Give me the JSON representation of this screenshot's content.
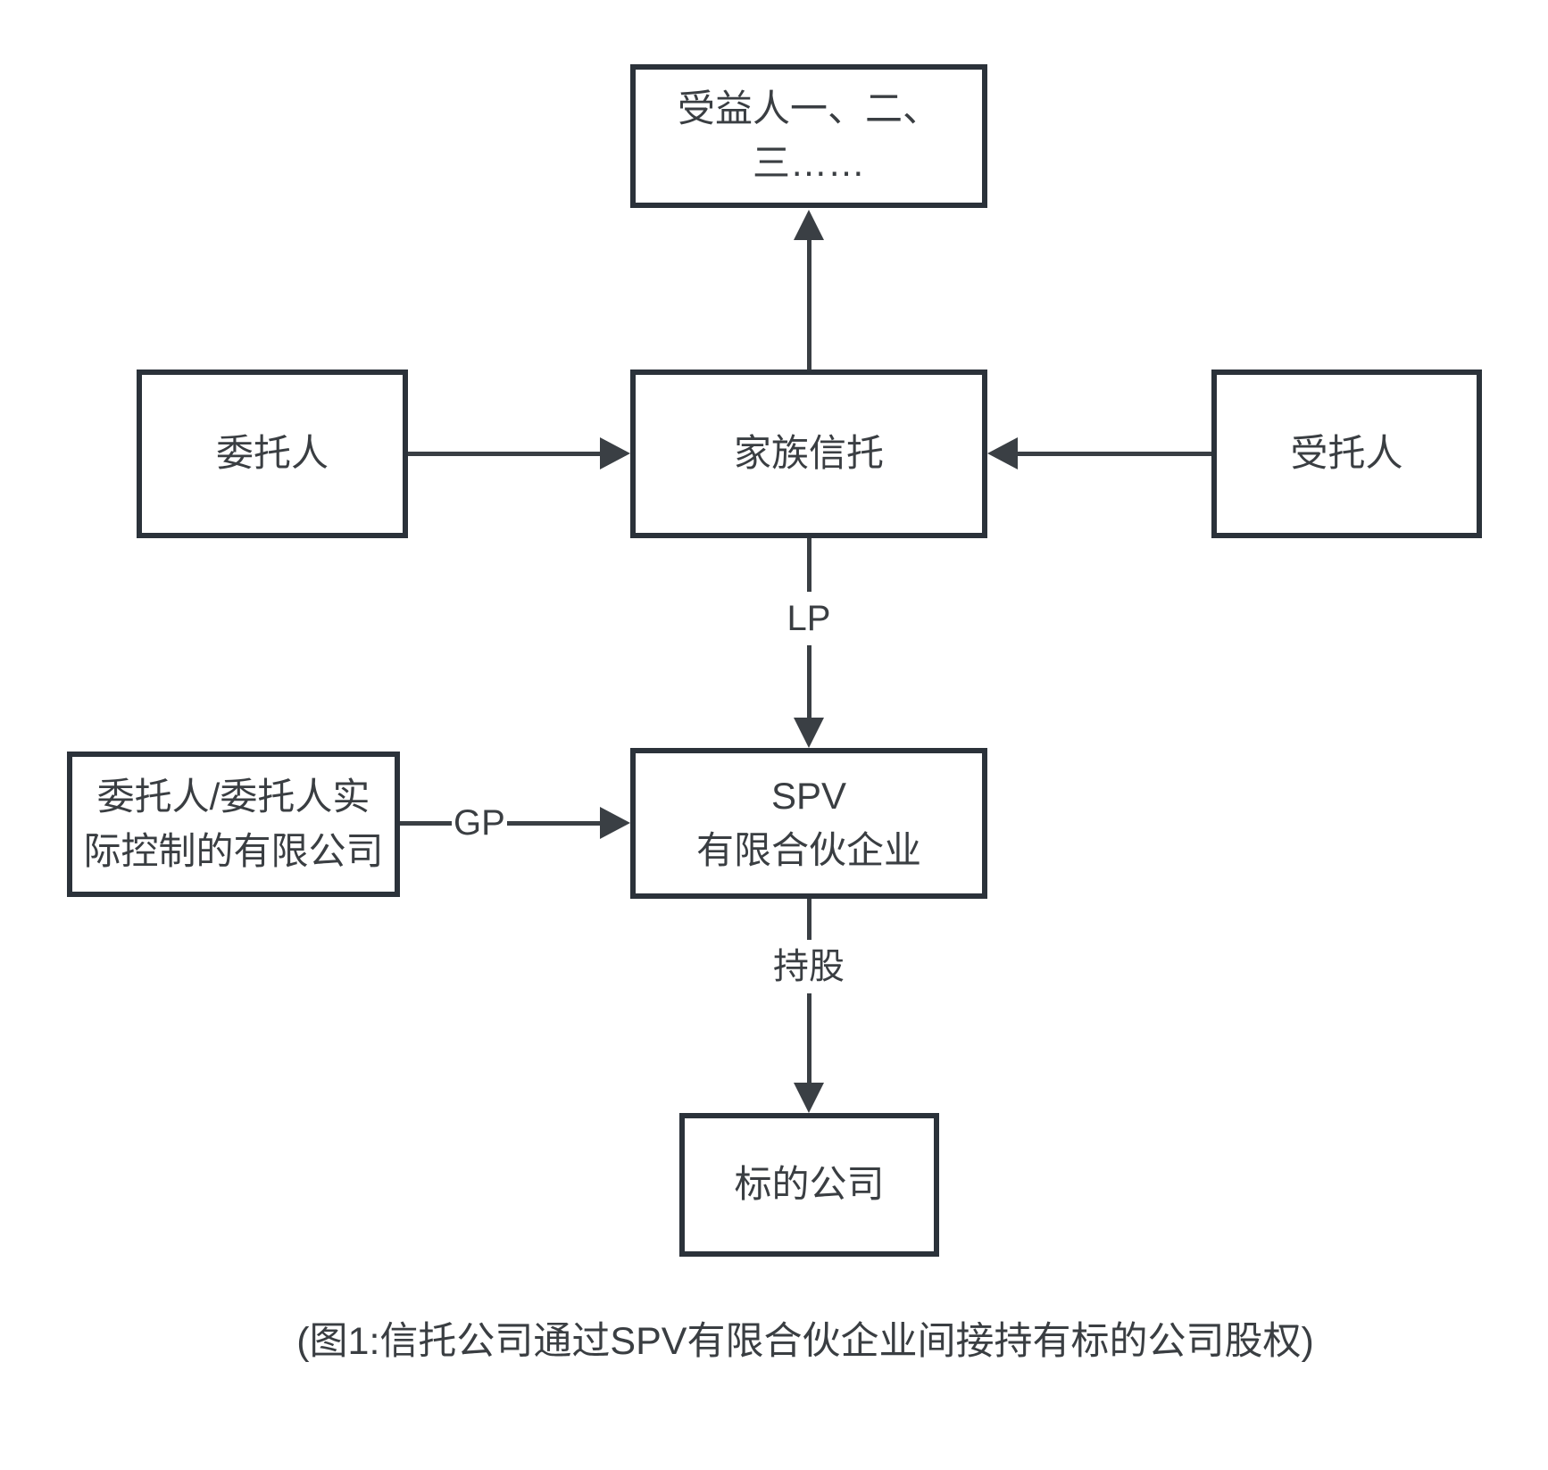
{
  "diagram": {
    "nodes": {
      "beneficiaries": {
        "label": "受益人一、二、\n三……"
      },
      "settlor": {
        "label": "委托人"
      },
      "family_trust": {
        "label": "家族信托"
      },
      "trustee": {
        "label": "受托人"
      },
      "settlor_gp": {
        "label": "委托人/委托人实\n际控制的有限公司"
      },
      "spv": {
        "label": "SPV\n有限合伙企业"
      },
      "target_company": {
        "label": "标的公司"
      }
    },
    "edges": {
      "trust_to_beneficiaries": {
        "label": "",
        "direction": "up"
      },
      "settlor_to_trust": {
        "label": "",
        "direction": "right"
      },
      "trustee_to_trust": {
        "label": "",
        "direction": "left"
      },
      "trust_to_spv": {
        "label": "LP",
        "direction": "down"
      },
      "settlor_gp_to_spv": {
        "label": "GP",
        "direction": "right"
      },
      "spv_to_target": {
        "label": "持股",
        "direction": "down"
      }
    },
    "caption": "(图1:信托公司通过SPV有限合伙企业间接持有标的公司股权)",
    "colors": {
      "border": "#2b323a",
      "line": "#3a3f44",
      "text": "#3a3e42",
      "background": "#ffffff"
    }
  }
}
